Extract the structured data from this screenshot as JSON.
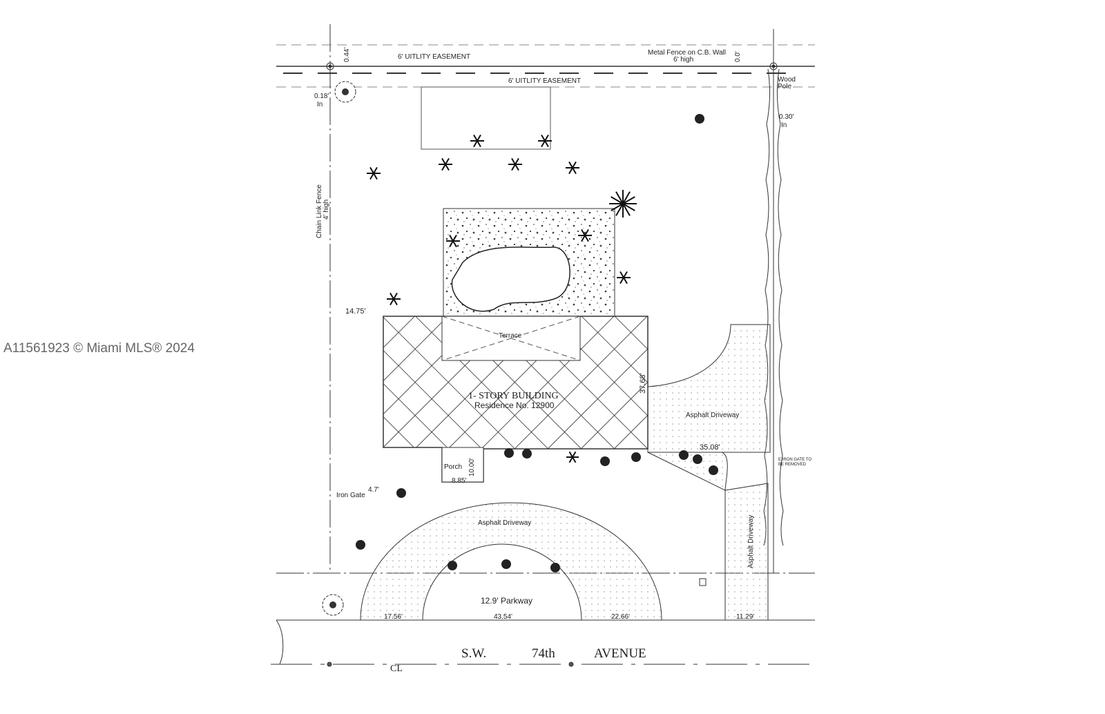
{
  "watermark": "A11561923 © Miami MLS® 2024",
  "labels": {
    "easement_top": "6' UITLITY EASEMENT",
    "easement_bottom": "6' UITLITY EASEMENT",
    "metal_fence": "Metal Fence on C.B. Wall",
    "metal_fence_height": "6' high",
    "dim_044": "0.44'",
    "dim_00": "0.0'",
    "wood_pole_1": "Wood",
    "wood_pole_2": "Pole",
    "dim_018": "0.18'",
    "in_left": "In",
    "dim_030": "0.30'",
    "in_right": "In",
    "chain_fence_1": "Chain Link Fence",
    "chain_fence_2": "4' high",
    "dim_1475": "14.75'",
    "terrace": "Terrace",
    "building_1": "1- STORY BUILDING",
    "building_2": "Residence No. 12900",
    "dim_3768": "37.68'",
    "asphalt_right": "Asphalt Driveway",
    "dim_3508": "35.08'",
    "iron_gate_note_1": "E IRON GATE TO",
    "iron_gate_note_2": "BE REMOVED",
    "porch": "Porch",
    "dim_1000": "10.00'",
    "dim_885": "8.85'",
    "dim_47": "4.7'",
    "iron_gate": "Iron Gate",
    "asphalt_arc": "Asphalt Driveway",
    "asphalt_vertical": "Asphalt Driveway",
    "parkway": "12.9' Parkway",
    "dim_1756": "17.56'",
    "dim_4354": "43.54'",
    "dim_2266": "22.66'",
    "dim_1129": "11.29'",
    "street_1": "S.W.",
    "street_2": "74th",
    "street_3": "AVENUE",
    "centerline": "CL"
  }
}
